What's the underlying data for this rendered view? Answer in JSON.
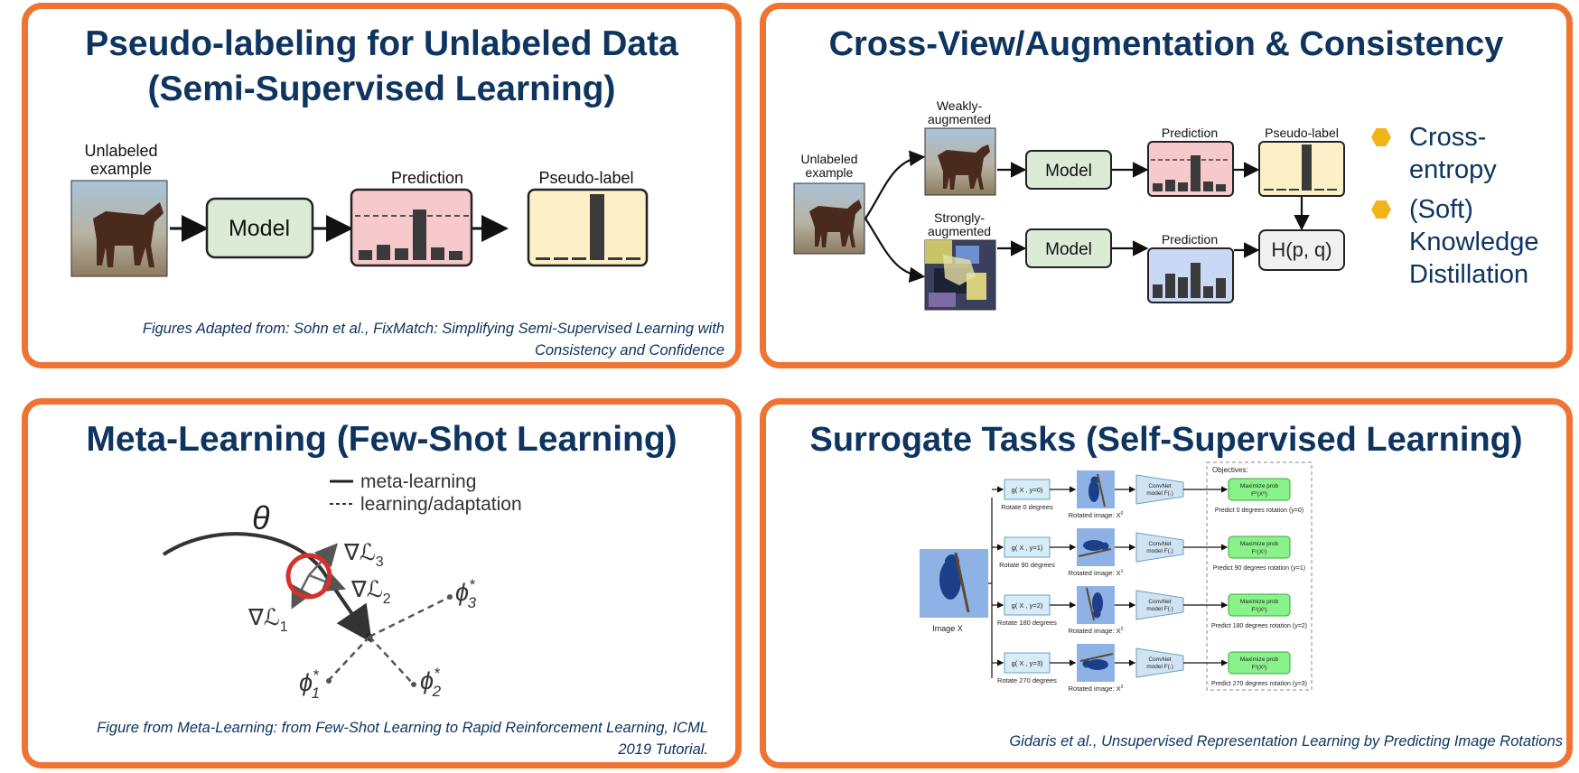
{
  "panels": {
    "pseudo_labeling": {
      "title_line1": "Pseudo-labeling for Unlabeled Data",
      "title_line2": "(Semi-Supervised Learning)",
      "unlabeled_line1": "Unlabeled",
      "unlabeled_line2": "example",
      "model_label": "Model",
      "prediction_label": "Prediction",
      "pseudo_label": "Pseudo-label",
      "caption_line1": "Figures Adapted from: Sohn et al., FixMatch: Simplifying Semi-Supervised Learning with",
      "caption_line2": "Consistency and Confidence"
    },
    "cross_view": {
      "title": "Cross-View/Augmentation & Consistency",
      "unlabeled_line1": "Unlabeled",
      "unlabeled_line2": "example",
      "weak_line1": "Weakly-",
      "weak_line2": "augmented",
      "strong_line1": "Strongly-",
      "strong_line2": "augmented",
      "model_label": "Model",
      "prediction_label": "Prediction",
      "pseudo_label": "Pseudo-label",
      "loss_label": "H(p, q)",
      "bullets": [
        [
          "Cross-",
          "entropy"
        ],
        [
          "(Soft)",
          "Knowledge",
          "Distillation"
        ]
      ]
    },
    "meta_learning": {
      "title": "Meta-Learning (Few-Shot Learning)",
      "legend_solid": "meta-learning",
      "legend_dashed": "learning/adaptation",
      "theta": "θ",
      "grad3": "∇ℒ",
      "grad3_sub": "3",
      "grad2": "∇ℒ",
      "grad2_sub": "2",
      "grad1": "∇ℒ",
      "grad1_sub": "1",
      "phi3": "ϕ",
      "phi3_sub": "3",
      "phi2": "ϕ",
      "phi2_sub": "2",
      "phi1": "ϕ",
      "phi1_sub": "1",
      "star": "*",
      "caption_line1": "Figure from Meta-Learning: from Few-Shot Learning to Rapid  Reinforcement Learning, ICML",
      "caption_line2": "2019 Tutorial."
    },
    "surrogate": {
      "title": "Surrogate Tasks (Self-Supervised Learning)",
      "image_label": "Image X",
      "objectives_label": "Objectives:",
      "convnet_line1": "ConvNet",
      "convnet_line2": "model F(.)",
      "maximize_line1": "Maximize prob",
      "rotated_label": "Rotated image: X",
      "rows": [
        {
          "g": "g( X , y=0)",
          "rotate": "Rotate 0 degrees",
          "sup": "0",
          "fy": "F⁰(X⁰)",
          "predict": "Predict 0 degrees rotation (y=0)"
        },
        {
          "g": "g( X , y=1)",
          "rotate": "Rotate 90 degrees",
          "sup": "1",
          "fy": "F¹(X¹)",
          "predict": "Predict 90 degrees rotation (y=1)"
        },
        {
          "g": "g( X , y=2)",
          "rotate": "Rotate 180 degrees",
          "sup": "2",
          "fy": "F²(X²)",
          "predict": "Predict 180 degrees rotation (y=2)"
        },
        {
          "g": "g( X , y=3)",
          "rotate": "Rotate 270 degrees",
          "sup": "3",
          "fy": "F³(X³)",
          "predict": "Predict 270 degrees rotation (y=3)"
        }
      ],
      "caption": "Gidaris et al., Unsupervised Representation Learning by Predicting Image Rotations"
    }
  },
  "colors": {
    "frame": "#ef7434",
    "title": "#0e3460",
    "model_fill": "#dcebd5",
    "prediction_fill": "#f6c9cc",
    "pseudo_fill": "#fdf0c6",
    "prediction2_fill": "#c9d9f5",
    "bullet": "#f3b418",
    "red_circle": "#d4322a"
  }
}
